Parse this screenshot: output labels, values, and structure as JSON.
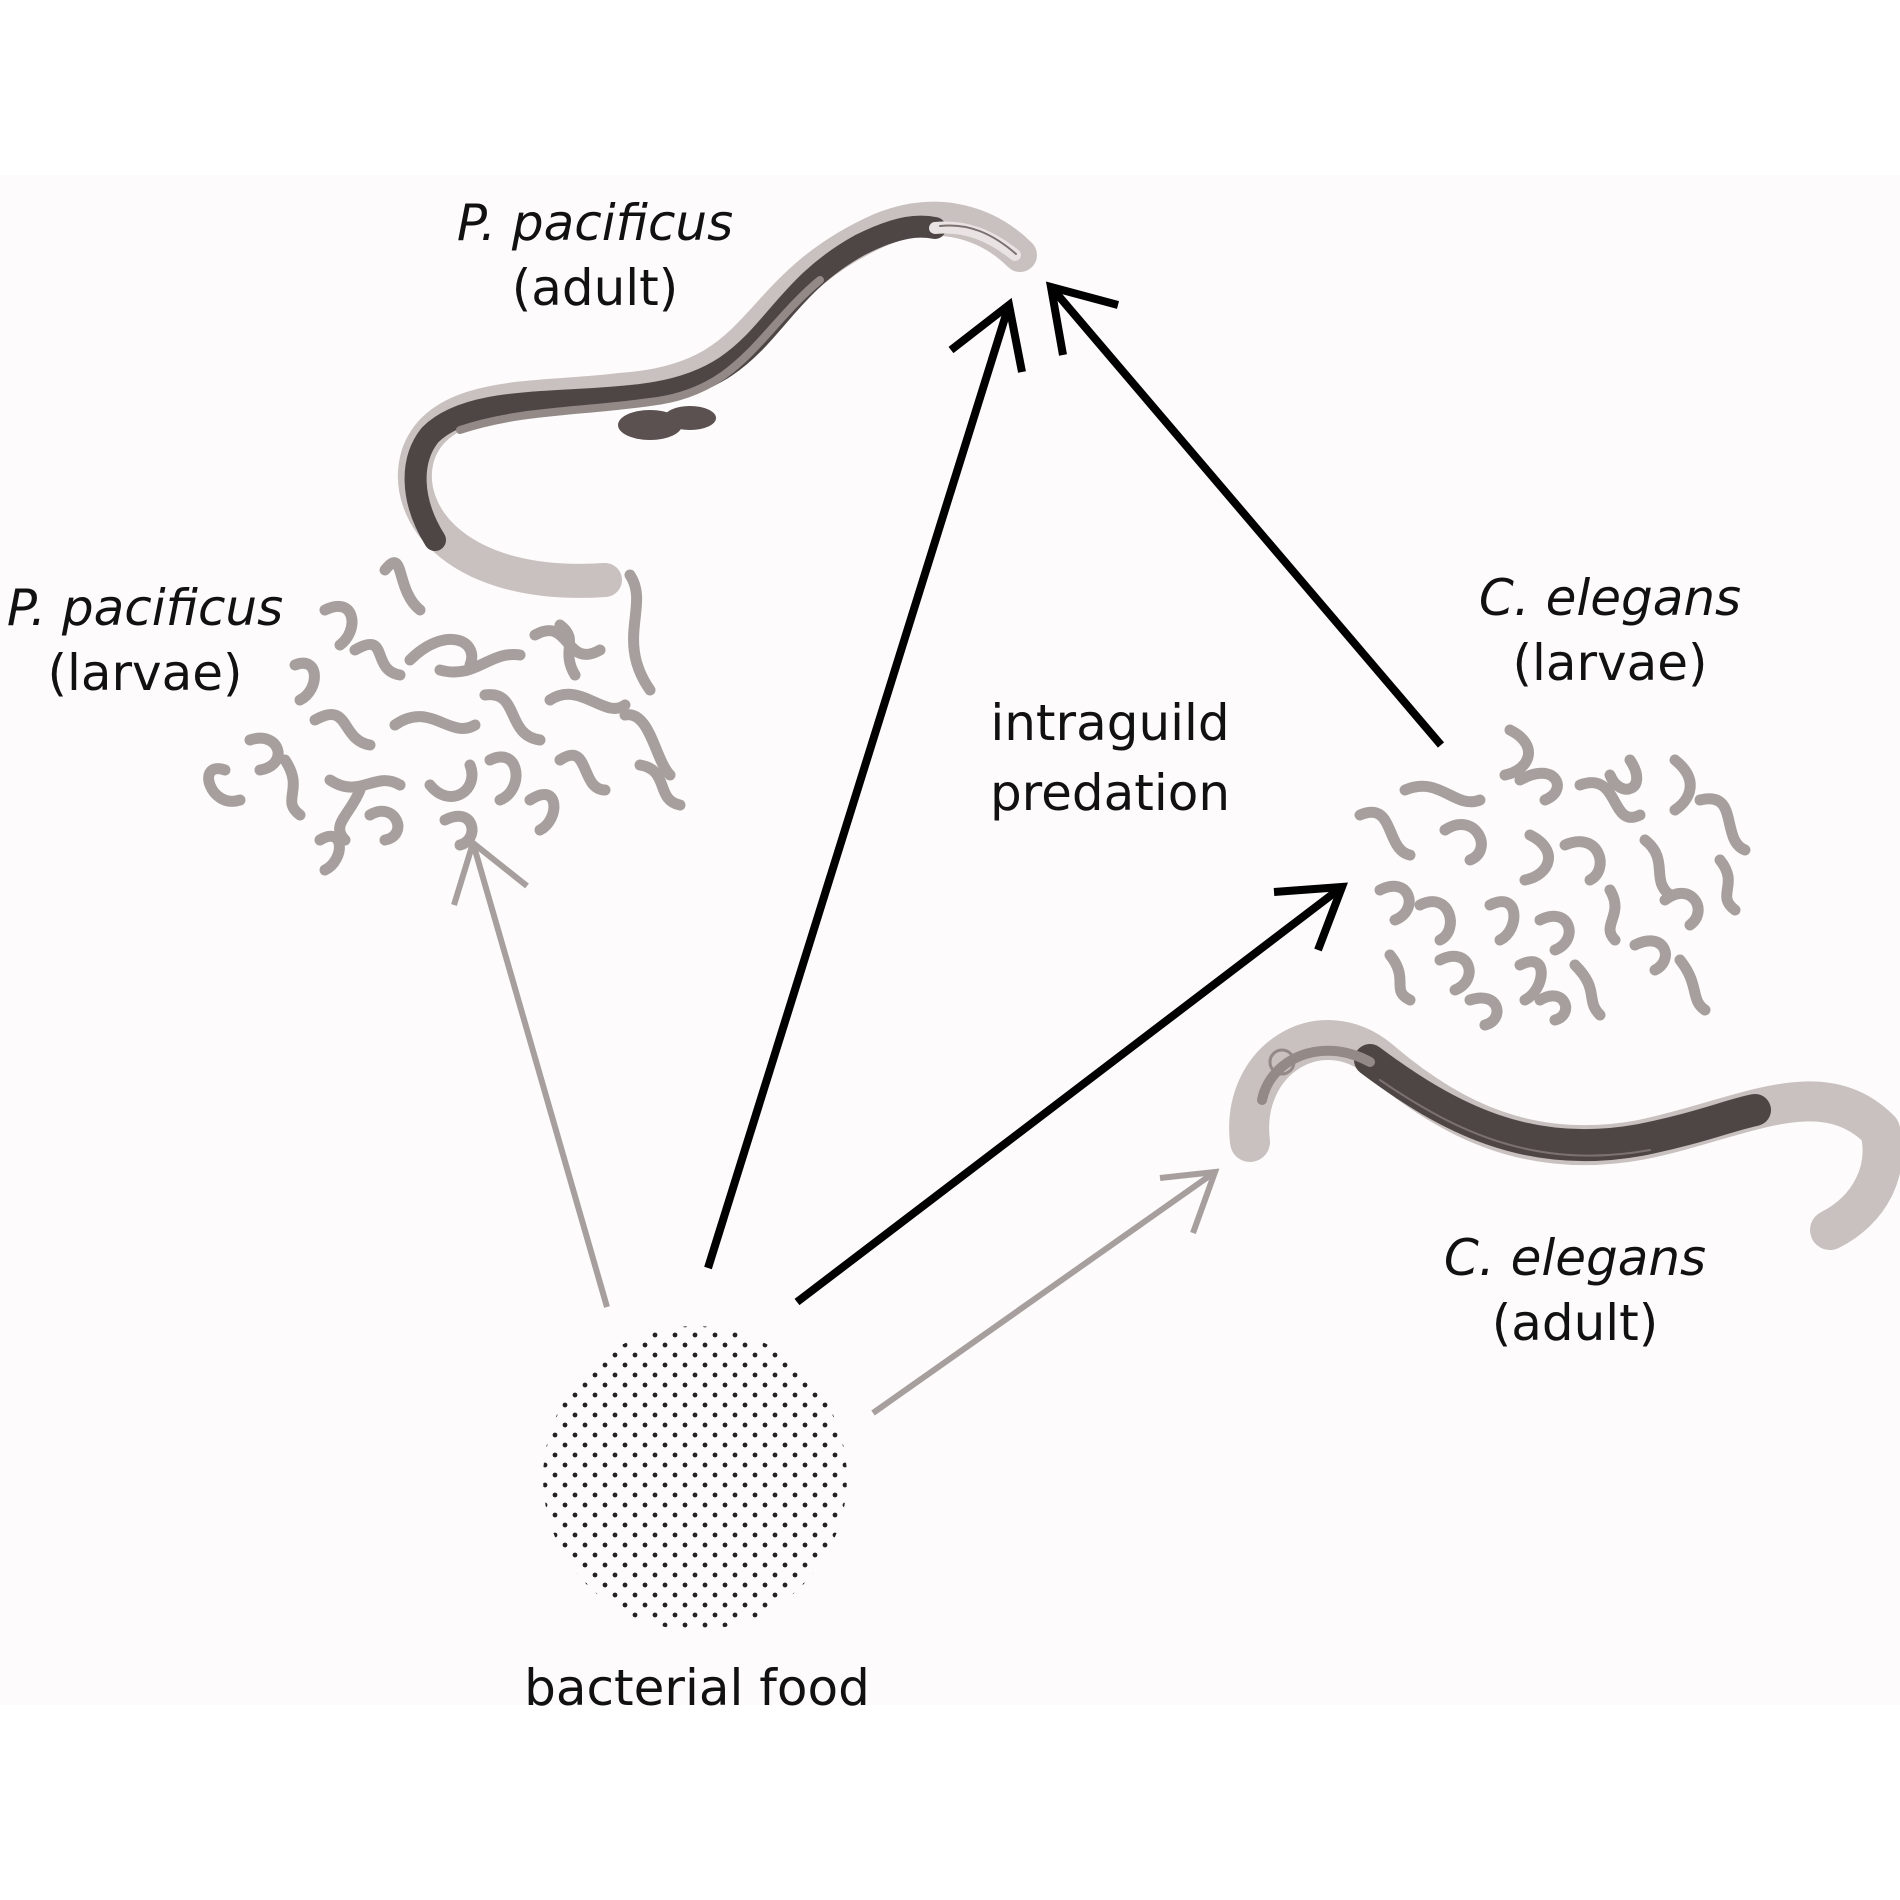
{
  "labels": {
    "pp_adult": {
      "species": "P. pacificus",
      "stage": "(adult)"
    },
    "pp_larvae": {
      "species": "P. pacificus",
      "stage": "(larvae)"
    },
    "ce_larvae": {
      "species": "C. elegans",
      "stage": "(larvae)"
    },
    "ce_adult": {
      "species": "C. elegans",
      "stage": "(adult)"
    },
    "interaction": {
      "line1": "intraguild",
      "line2": "predation"
    },
    "food": "bacterial food"
  },
  "colors": {
    "background": "#fdfbfb",
    "predation_arrow": "#000000",
    "feeding_arrow": "#a69f9d",
    "worm_light": "#c9c1bf",
    "worm_mid": "#938a88",
    "worm_dark": "#4e4645",
    "larva": "#a69f9d",
    "bacteria_dot": "#222222"
  },
  "arrows": [
    {
      "from": "bacterial food",
      "to": "P. pacificus (larvae)",
      "type": "feeding"
    },
    {
      "from": "bacterial food",
      "to": "P. pacificus (adult)",
      "type": "predation"
    },
    {
      "from": "bacterial food",
      "to": "C. elegans (larvae)",
      "type": "predation"
    },
    {
      "from": "bacterial food",
      "to": "C. elegans (adult)",
      "type": "feeding"
    },
    {
      "from": "C. elegans (larvae)",
      "to": "P. pacificus (adult)",
      "type": "predation"
    }
  ]
}
